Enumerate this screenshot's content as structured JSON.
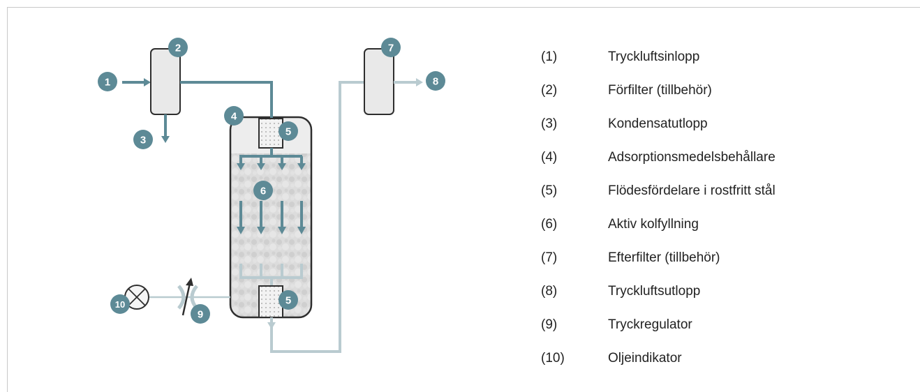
{
  "colors": {
    "dark_pipe": "#5d8a96",
    "light_pipe": "#b9cbd0",
    "badge": "#5d8a96",
    "vessel_outline": "#2e2e2e",
    "housing_fill": "#e9e9e9"
  },
  "badges": {
    "b1": "1",
    "b2": "2",
    "b3": "3",
    "b4": "4",
    "b5a": "5",
    "b5b": "5",
    "b6": "6",
    "b7": "7",
    "b8": "8",
    "b9": "9",
    "b10": "10"
  },
  "legend": [
    {
      "num": "(1)",
      "text": "Tryckluftsinlopp"
    },
    {
      "num": "(2)",
      "text": "Förfilter (tillbehör)"
    },
    {
      "num": "(3)",
      "text": "Kondensatutlopp"
    },
    {
      "num": "(4)",
      "text": "Adsorptionsmedelsbehållare"
    },
    {
      "num": "(5)",
      "text": "Flödesfördelare i rostfritt stål"
    },
    {
      "num": "(6)",
      "text": "Aktiv kolfyllning"
    },
    {
      "num": "(7)",
      "text": "Efterfilter (tillbehör)"
    },
    {
      "num": "(8)",
      "text": "Tryckluftsutlopp"
    },
    {
      "num": "(9)",
      "text": "Tryckregulator"
    },
    {
      "num": "(10)",
      "text": "Oljeindikator"
    }
  ]
}
